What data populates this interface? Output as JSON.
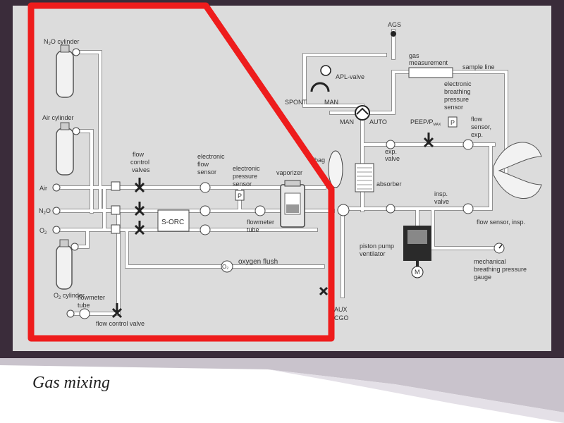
{
  "caption": "Gas mixing",
  "colors": {
    "slide_background": "#3a2c3a",
    "diagram_background": "#dcdcdc",
    "highlight": "#ee1c1c",
    "pipe": "#ffffff",
    "pipe_edge": "#909090",
    "label": "#333333"
  },
  "highlight_region": "gas mixing section (left side) outlined in red",
  "labels": {
    "n2o_cylinder_a": "N",
    "n2o_cylinder_sub": "2",
    "n2o_cylinder_b": "O cylinder",
    "air_cylinder": "Air cylinder",
    "o2_cylinder_a": "O",
    "o2_cylinder_sub": "2",
    "o2_cylinder_b": " cylinder",
    "air_inlet": "Air",
    "n2o_inlet_a": "N",
    "n2o_inlet_sub": "2",
    "n2o_inlet_b": "O",
    "o2_inlet_a": "O",
    "o2_inlet_sub": "2",
    "flow_control_valves_1": "flow",
    "flow_control_valves_2": "control",
    "flow_control_valves_3": "valves",
    "electronic_flow_sensor_1": "electronic",
    "electronic_flow_sensor_2": "flow",
    "electronic_flow_sensor_3": "sensor",
    "electronic_pressure_sensor_1": "electronic",
    "electronic_pressure_sensor_2": "pressure",
    "electronic_pressure_sensor_3": "sensor",
    "vaporizer": "vaporizer",
    "s_orc": "S-ORC",
    "flowmeter_tube_mid_1": "flowmeter",
    "flowmeter_tube_mid_2": "tube",
    "oxygen_flush": "oxygen flush",
    "flowmeter_tube_bottom_1": "flowmeter",
    "flowmeter_tube_bottom_2": "tube",
    "flow_control_valve": "flow control valve",
    "ags": "AGS",
    "gas_measurement_1": "gas",
    "gas_measurement_2": "measurement",
    "sample_line": "sample line",
    "apl_valve": "APL-valve",
    "spont": "SPONT",
    "man_upper": "MAN",
    "man_lower": "MAN",
    "auto": "AUTO",
    "electronic_breathing_pressure_sensor_1": "electronic",
    "electronic_breathing_pressure_sensor_2": "breathing",
    "electronic_breathing_pressure_sensor_3": "pressure",
    "electronic_breathing_pressure_sensor_4": "sensor",
    "peep_pmax_a": "PEEP/P",
    "peep_pmax_sub": "MAX",
    "flow_sensor_exp_1": "flow",
    "flow_sensor_exp_2": "sensor,",
    "flow_sensor_exp_3": "exp.",
    "bag": "bag",
    "exp_valve_1": "exp.",
    "exp_valve_2": "valve",
    "absorber": "absorber",
    "insp_valve_1": "insp.",
    "insp_valve_2": "valve",
    "flow_sensor_insp": "flow sensor, insp.",
    "piston_pump_ventilator_1": "piston pump",
    "piston_pump_ventilator_2": "ventilator",
    "mechanical_breathing_pressure_gauge_1": "mechanical",
    "mechanical_breathing_pressure_gauge_2": "breathing pressure",
    "mechanical_breathing_pressure_gauge_3": "gauge",
    "aux": "AUX",
    "cgo": "CGO",
    "motor": "M",
    "pressure_sensor_symbol": "P",
    "o2_flush_symbol": "O₂"
  }
}
